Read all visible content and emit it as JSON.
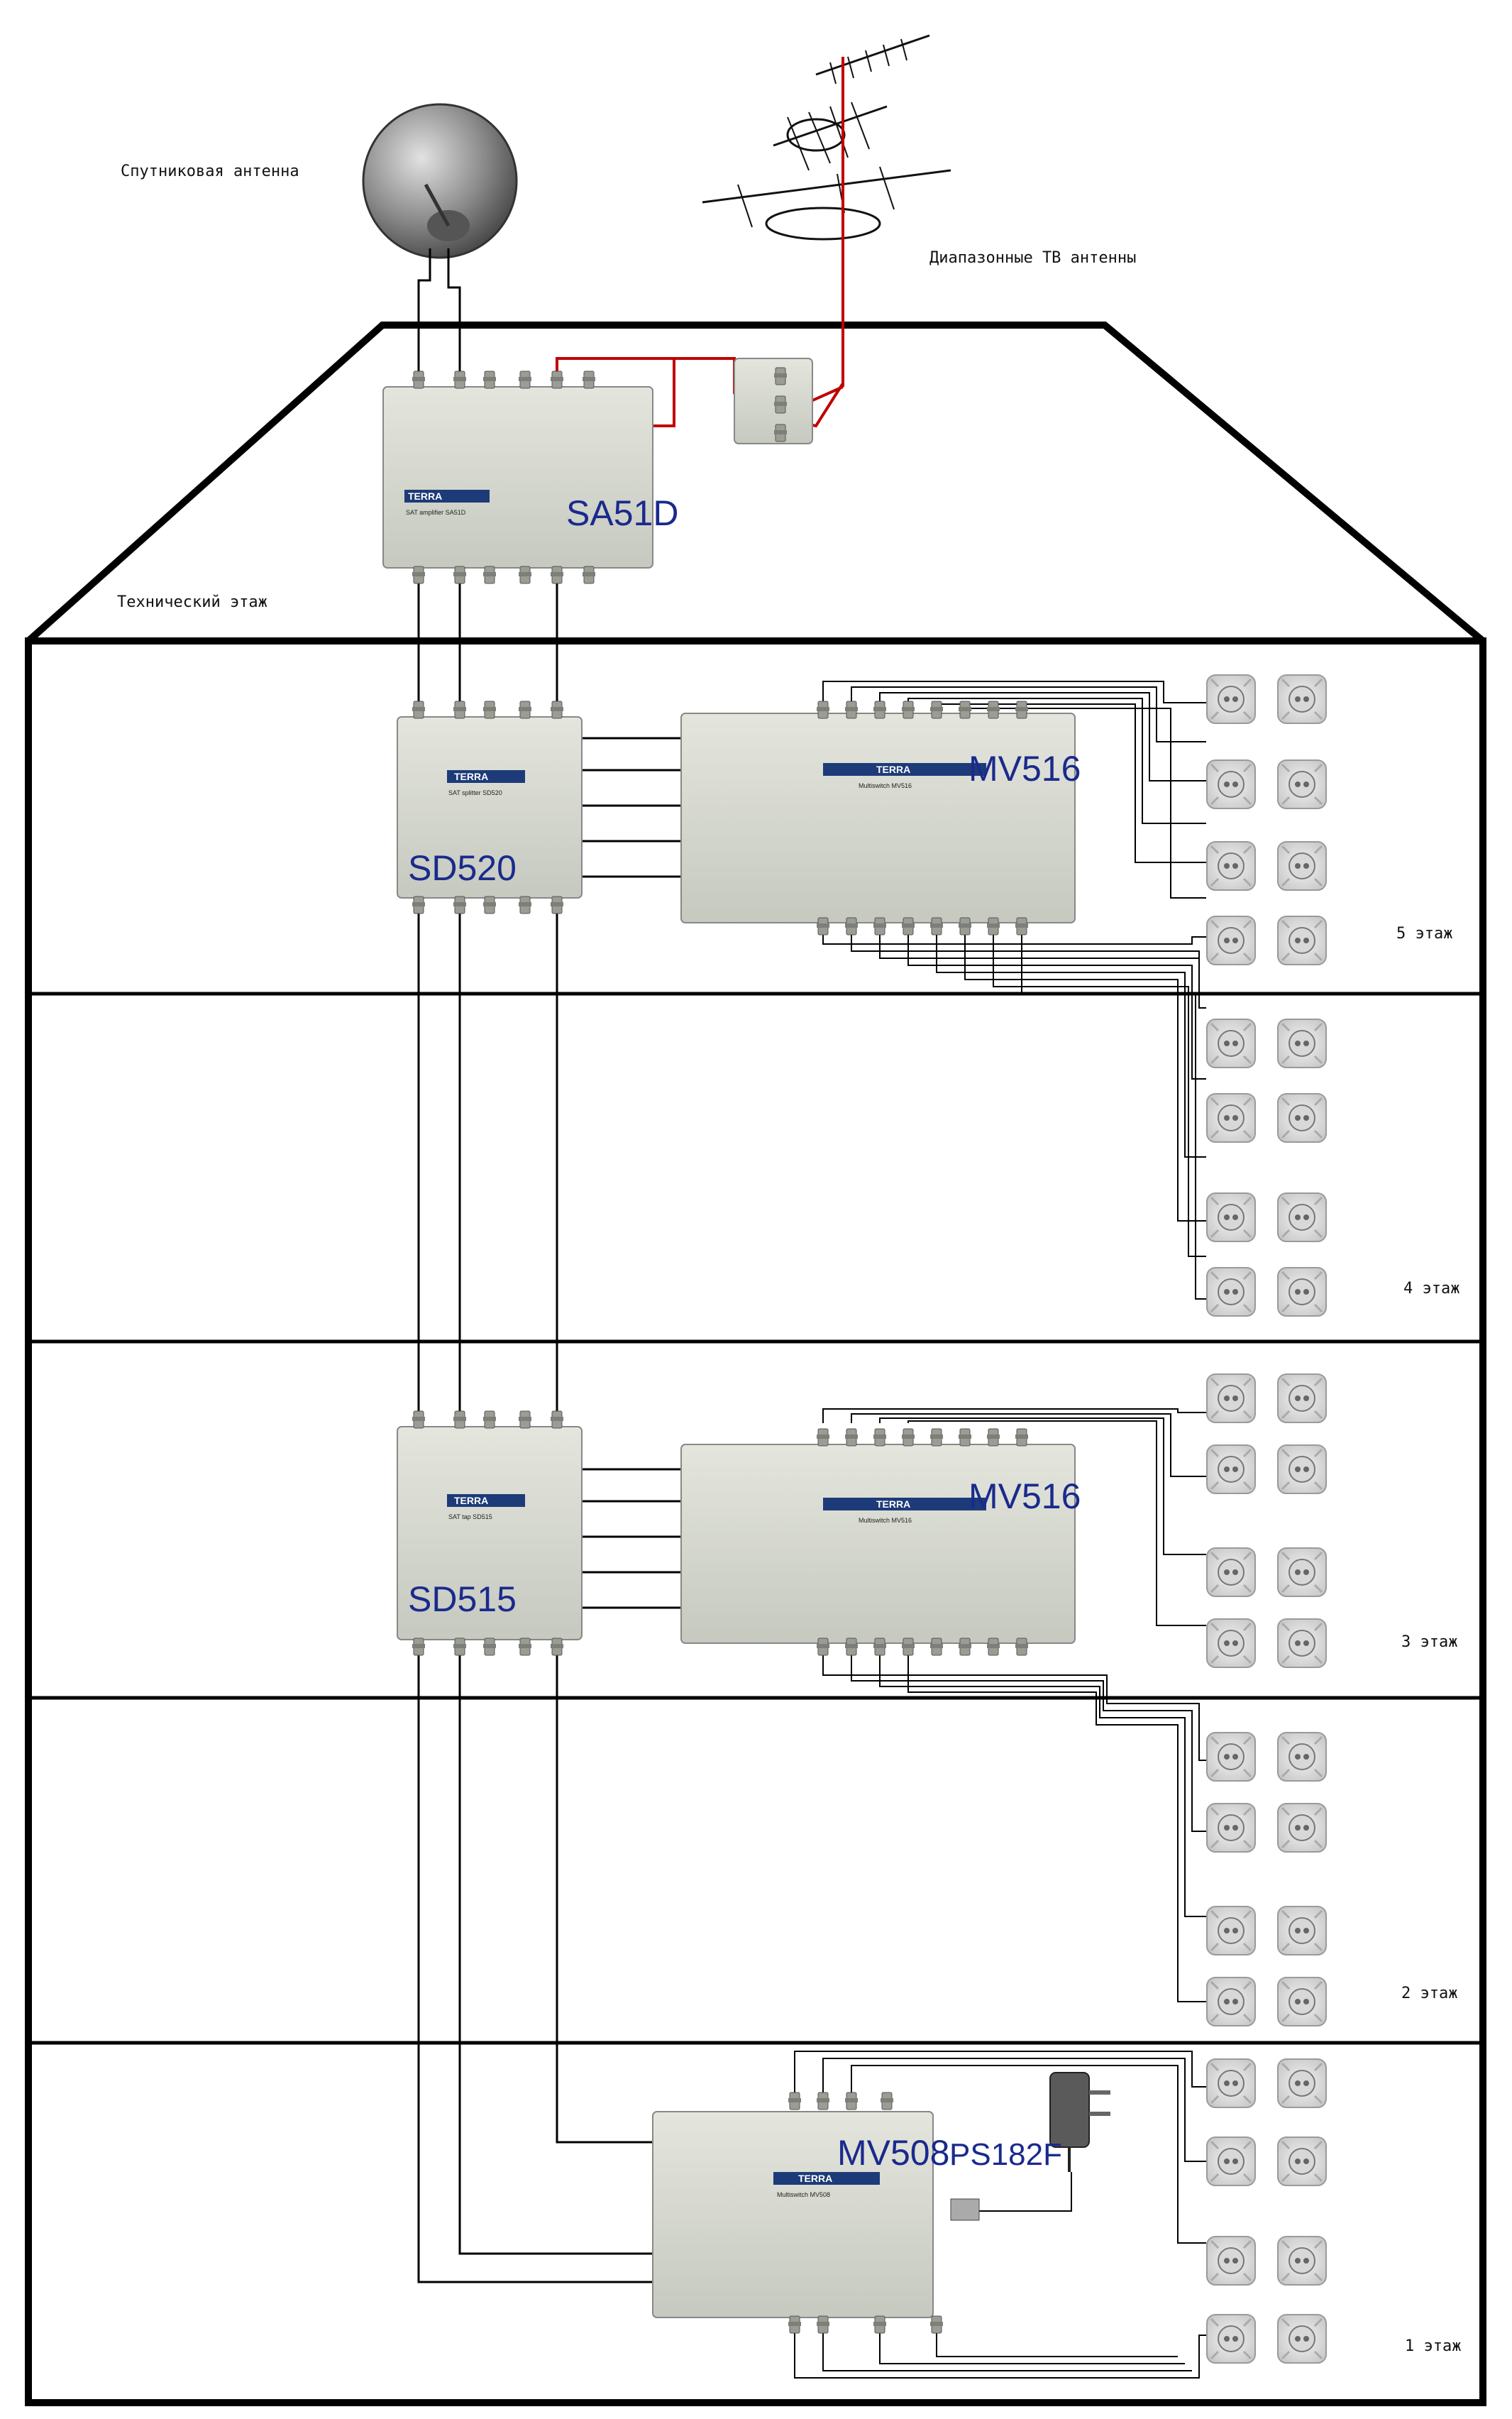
{
  "labels": {
    "satellite_antenna": "Спутниковая антенна",
    "tv_antennas": "Диапазонные ТВ антенны",
    "technical_floor": "Технический этаж"
  },
  "floors": [
    {
      "id": "floor-5",
      "label": "5 этаж"
    },
    {
      "id": "floor-4",
      "label": "4 этаж"
    },
    {
      "id": "floor-3",
      "label": "3 этаж"
    },
    {
      "id": "floor-2",
      "label": "2 этаж"
    },
    {
      "id": "floor-1",
      "label": "1 этаж"
    }
  ],
  "devices": {
    "amplifier": "SA51D",
    "splitter": "SD520",
    "tap": "SD515",
    "multiswitch_top": "MV516",
    "multiswitch_mid": "MV516",
    "multiswitch_bottom": "MV508",
    "power_supply": "PS182F"
  },
  "panel_text": {
    "brand": "TERRA",
    "amplifier_model": "SAT amplifier SA51D",
    "splitter_model": "SAT splitter SD520",
    "tap_model": "SAT tap SD515",
    "ms16_model": "Multiswitch MV516",
    "ms8_model": "Multiswitch MV508"
  },
  "colors": {
    "building_outline": "#000000",
    "satellite_cable": "#000000",
    "terrestrial_cable": "#c00000",
    "device_body": "#d6d8cf",
    "device_label": "#1a2a8c",
    "floor_line": "#000000"
  }
}
